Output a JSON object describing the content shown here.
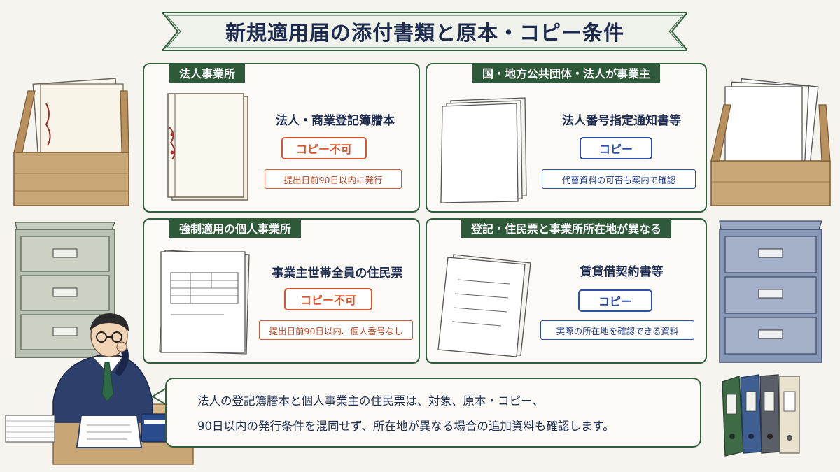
{
  "title": "新規適用届の添付書類と原本・コピー条件",
  "panels": [
    {
      "label": "法人事業所",
      "document": "法人・商業登記簿謄本",
      "status": "コピー不可",
      "note": "提出日前90日以内に発行"
    },
    {
      "label": "国・地方公共団体・法人が事業主",
      "document": "法人番号指定通知書等",
      "status": "コピー",
      "note": "代替資料の可否も案内で確認"
    },
    {
      "label": "強制適用の個人事業所",
      "document": "事業主世帯全員の住民票",
      "status": "コピー不可",
      "note": "提出日前90日以内、個人番号なし"
    },
    {
      "label": "登記・住民票と事業所所在地が異なる",
      "document": "賃貸借契約書等",
      "status": "コピー",
      "note": "実際の所在地を確認できる資料"
    }
  ],
  "summary": {
    "line1": "法人の登記簿謄本と個人事業主の住民票は、対象、原本・コピー、",
    "line2": "90日以内の発行条件を混同せず、所在地が異なる場合の追加資料も確認します。"
  },
  "colors": {
    "green": "#2f5a3a",
    "red": "#d9552d",
    "blue": "#2c4fa6",
    "navy": "#1d2b4f"
  }
}
